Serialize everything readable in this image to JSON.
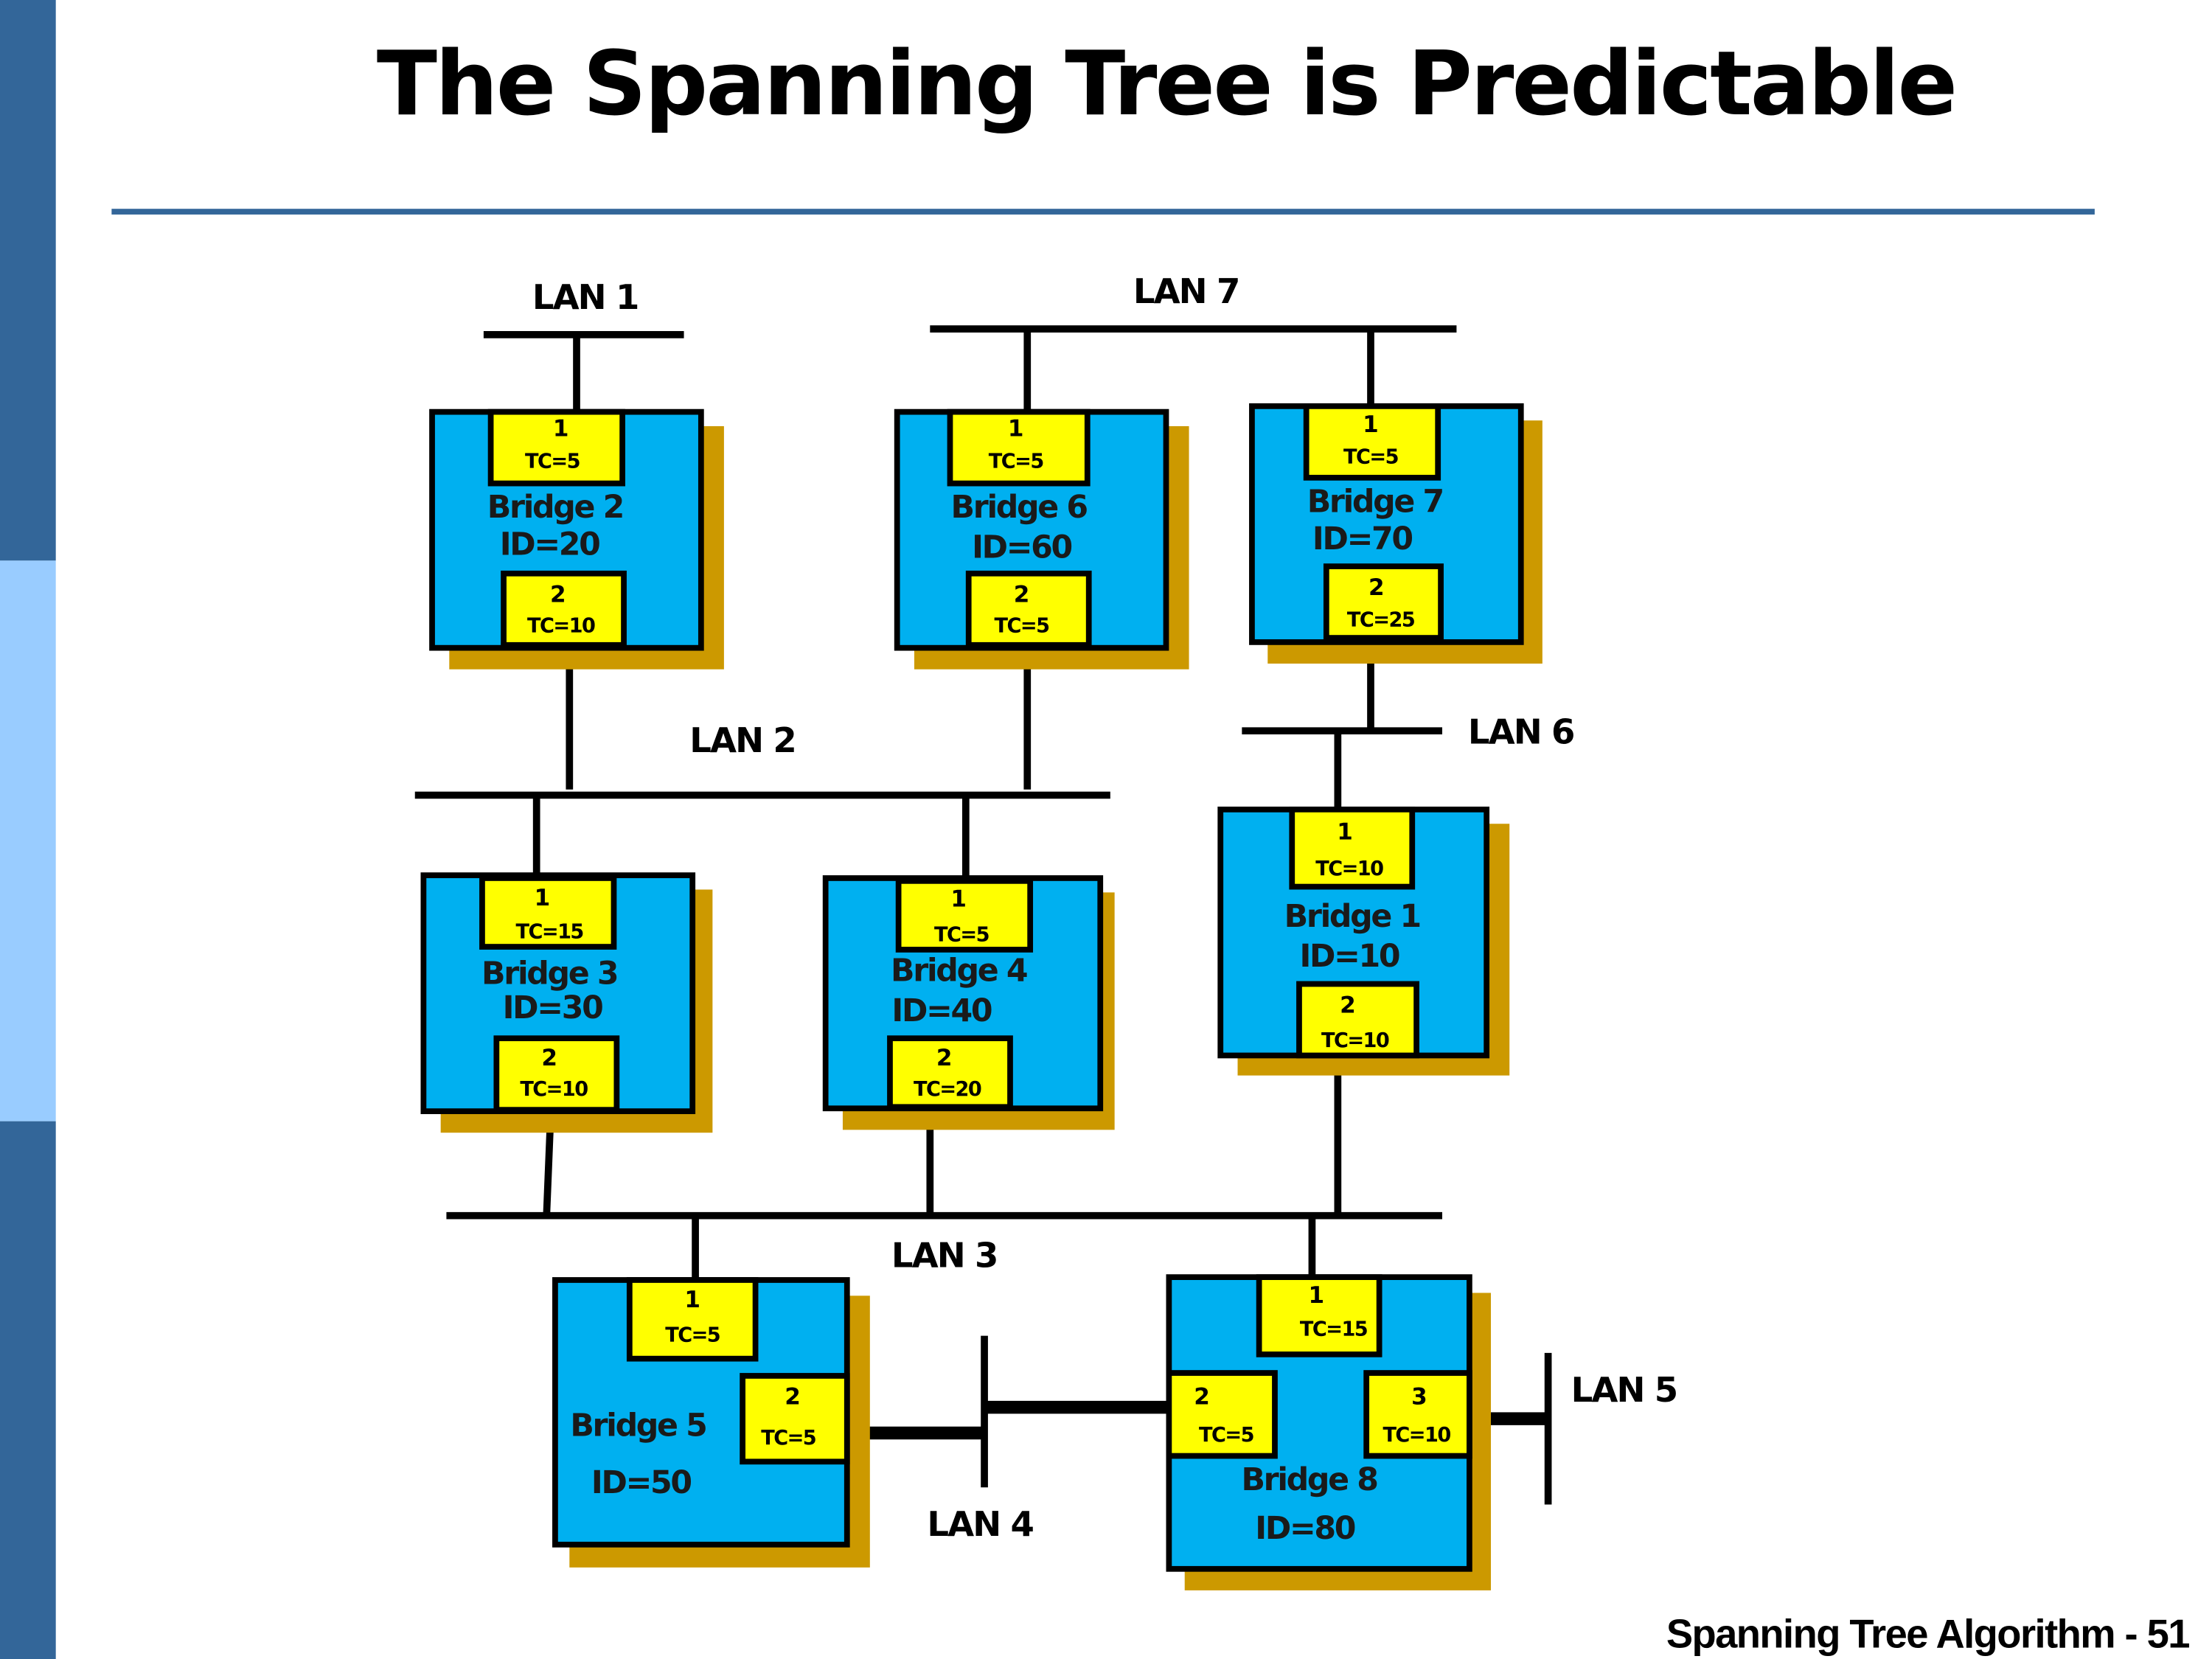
{
  "slide": {
    "title": "The Spanning Tree is Predictable",
    "footer": "Spanning Tree Algorithm - 51",
    "colors": {
      "sidebar_dark": "#336699",
      "sidebar_light": "#99ccff",
      "rule": "#336699",
      "bridge_fill": "#00b0f0",
      "port_fill": "#ffff00",
      "shadow": "#cc9900"
    }
  },
  "lans": {
    "lan1": "LAN 1",
    "lan2": "LAN 2",
    "lan3": "LAN 3",
    "lan4": "LAN 4",
    "lan5": "LAN 5",
    "lan6": "LAN 6",
    "lan7": "LAN 7"
  },
  "bridges": {
    "b1": {
      "name": "Bridge 1",
      "id": "ID=10",
      "ports": [
        {
          "num": "1",
          "tc": "TC=10"
        },
        {
          "num": "2",
          "tc": "TC=10"
        }
      ]
    },
    "b2": {
      "name": "Bridge 2",
      "id": "ID=20",
      "ports": [
        {
          "num": "1",
          "tc": "TC=5"
        },
        {
          "num": "2",
          "tc": "TC=10"
        }
      ]
    },
    "b3": {
      "name": "Bridge 3",
      "id": "ID=30",
      "ports": [
        {
          "num": "1",
          "tc": "TC=15"
        },
        {
          "num": "2",
          "tc": "TC=10"
        }
      ]
    },
    "b4": {
      "name": "Bridge 4",
      "id": "ID=40",
      "ports": [
        {
          "num": "1",
          "tc": "TC=5"
        },
        {
          "num": "2",
          "tc": "TC=20"
        }
      ]
    },
    "b5": {
      "name": "Bridge 5",
      "id": "ID=50",
      "ports": [
        {
          "num": "1",
          "tc": "TC=5"
        },
        {
          "num": "2",
          "tc": "TC=5"
        }
      ]
    },
    "b6": {
      "name": "Bridge 6",
      "id": "ID=60",
      "ports": [
        {
          "num": "1",
          "tc": "TC=5"
        },
        {
          "num": "2",
          "tc": "TC=5"
        }
      ]
    },
    "b7": {
      "name": "Bridge 7",
      "id": "ID=70",
      "ports": [
        {
          "num": "1",
          "tc": "TC=5"
        },
        {
          "num": "2",
          "tc": "TC=25"
        }
      ]
    },
    "b8": {
      "name": "Bridge 8",
      "id": "ID=80",
      "ports": [
        {
          "num": "1",
          "tc": "TC=15"
        },
        {
          "num": "2",
          "tc": "TC=5"
        },
        {
          "num": "3",
          "tc": "TC=10"
        }
      ]
    }
  }
}
